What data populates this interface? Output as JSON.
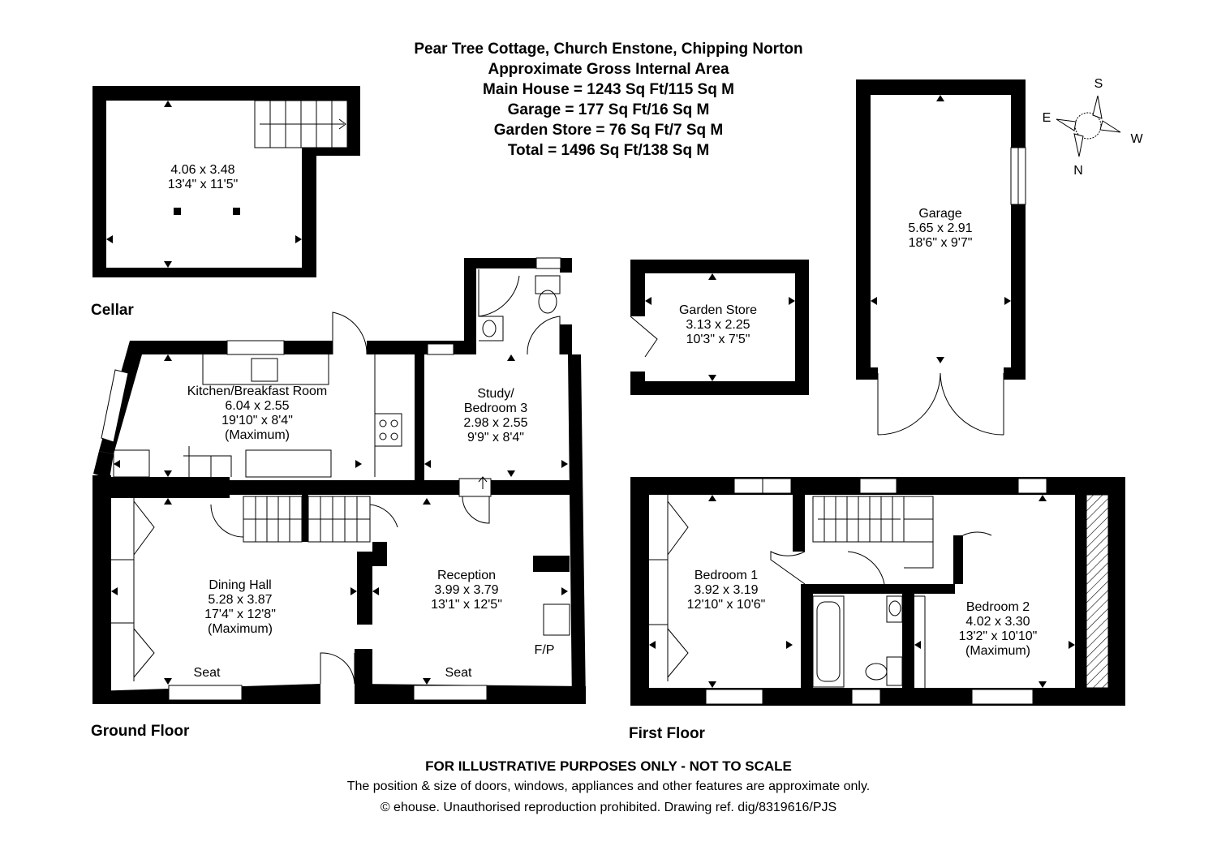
{
  "header": {
    "title": "Pear Tree Cottage, Church Enstone, Chipping Norton",
    "line1": "Approximate Gross Internal Area",
    "line2": "Main House = 1243 Sq Ft/115 Sq M",
    "line3": "Garage = 177 Sq Ft/16 Sq M",
    "line4": "Garden Store = 76 Sq Ft/7 Sq M",
    "line5": "Total = 1496 Sq Ft/138 Sq M"
  },
  "compass": {
    "s": "S",
    "e": "E",
    "w": "W",
    "n": "N"
  },
  "floors": {
    "cellar": "Cellar",
    "ground": "Ground Floor",
    "first": "First Floor"
  },
  "rooms": {
    "cellar": {
      "metric": "4.06 x 3.48",
      "imperial": "13'4\" x 11'5\""
    },
    "garage": {
      "name": "Garage",
      "metric": "5.65 x 2.91",
      "imperial": "18'6\" x 9'7\""
    },
    "garden_store": {
      "name": "Garden Store",
      "metric": "3.13 x 2.25",
      "imperial": "10'3\" x 7'5\""
    },
    "kitchen": {
      "name": "Kitchen/Breakfast Room",
      "metric": "6.04 x 2.55",
      "imperial": "19'10\" x 8'4\"",
      "note": "(Maximum)"
    },
    "study": {
      "name1": "Study/",
      "name2": "Bedroom 3",
      "metric": "2.98 x 2.55",
      "imperial": "9'9\" x 8'4\""
    },
    "dining": {
      "name": "Dining Hall",
      "metric": "5.28 x 3.87",
      "imperial": "17'4\" x 12'8\"",
      "note": "(Maximum)",
      "seat": "Seat"
    },
    "reception": {
      "name": "Reception",
      "metric": "3.99 x 3.79",
      "imperial": "13'1\" x 12'5\"",
      "seat": "Seat",
      "fp": "F/P"
    },
    "bedroom1": {
      "name": "Bedroom 1",
      "metric": "3.92 x 3.19",
      "imperial": "12'10\" x 10'6\""
    },
    "bedroom2": {
      "name": "Bedroom 2",
      "metric": "4.02 x 3.30",
      "imperial": "13'2\" x 10'10\"",
      "note": "(Maximum)"
    }
  },
  "footer": {
    "disclaimer": "FOR ILLUSTRATIVE PURPOSES ONLY - NOT TO SCALE",
    "note": "The position & size of doors, windows, appliances and other features are approximate only.",
    "copyright": "© ehouse. Unauthorised reproduction prohibited. Drawing ref. dig/8319616/PJS"
  }
}
